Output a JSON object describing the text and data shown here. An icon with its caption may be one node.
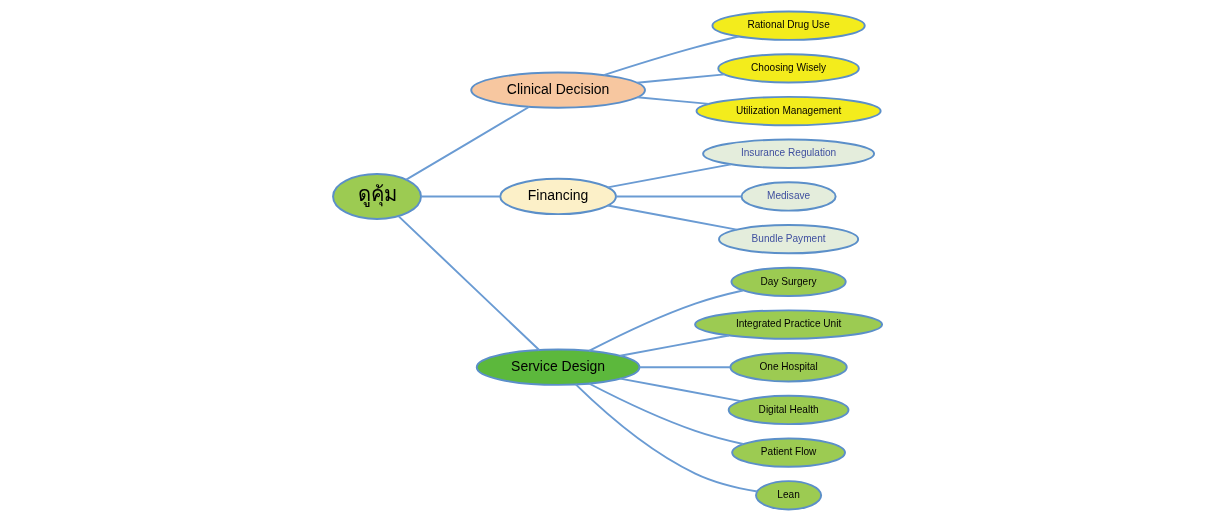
{
  "diagram": {
    "nodes": [
      {
        "text": [
          "ดูคุ้ม"
        ]
      },
      {
        "text": [
          "Clinical Decision"
        ]
      },
      {
        "text": [
          "Rational Drug Use"
        ]
      },
      {
        "text": [
          "Choosing Wisely"
        ]
      },
      {
        "text": [
          "Utilization Management"
        ]
      },
      {
        "text": [
          "Financing"
        ]
      },
      {
        "text": [
          "Service Design"
        ]
      },
      {
        "text": [
          "Day Surgery"
        ]
      },
      {
        "text": [
          "Integrated Practice Unit"
        ]
      },
      {
        "text": [
          "Insurance Regulation"
        ]
      },
      {
        "text": [
          "Medisave"
        ]
      },
      {
        "text": [
          "Bundle Payment"
        ]
      },
      {
        "text": [
          "One Hospital"
        ]
      },
      {
        "text": [
          "Digital Health"
        ]
      },
      {
        "text": [
          "Patient Flow"
        ]
      },
      {
        "text": [
          "Lean"
        ]
      }
    ],
    "edges": [
      {
        "from": 0,
        "to": 1,
        "arrow": "none"
      },
      {
        "from": 0,
        "to": 6,
        "arrow": "none"
      },
      {
        "from": 0,
        "to": 5,
        "arrow": "none"
      },
      {
        "from": 1,
        "to": 2,
        "arrow": "none"
      },
      {
        "from": 1,
        "to": 3,
        "arrow": "none"
      },
      {
        "from": 1,
        "to": 4,
        "arrow": "none"
      },
      {
        "from": 5,
        "to": 9,
        "arrow": "none"
      },
      {
        "from": 5,
        "to": 11,
        "arrow": "none"
      },
      {
        "from": 5,
        "to": 10,
        "arrow": "none"
      },
      {
        "from": 6,
        "to": 7,
        "arrow": "none"
      },
      {
        "from": 6,
        "to": 8,
        "arrow": "none"
      },
      {
        "from": 6,
        "to": 15,
        "arrow": "none"
      },
      {
        "from": 6,
        "to": 14,
        "arrow": "none"
      },
      {
        "from": 6,
        "to": 13,
        "arrow": "none"
      },
      {
        "from": 6,
        "to": 12,
        "arrow": "none"
      }
    ]
  }
}
